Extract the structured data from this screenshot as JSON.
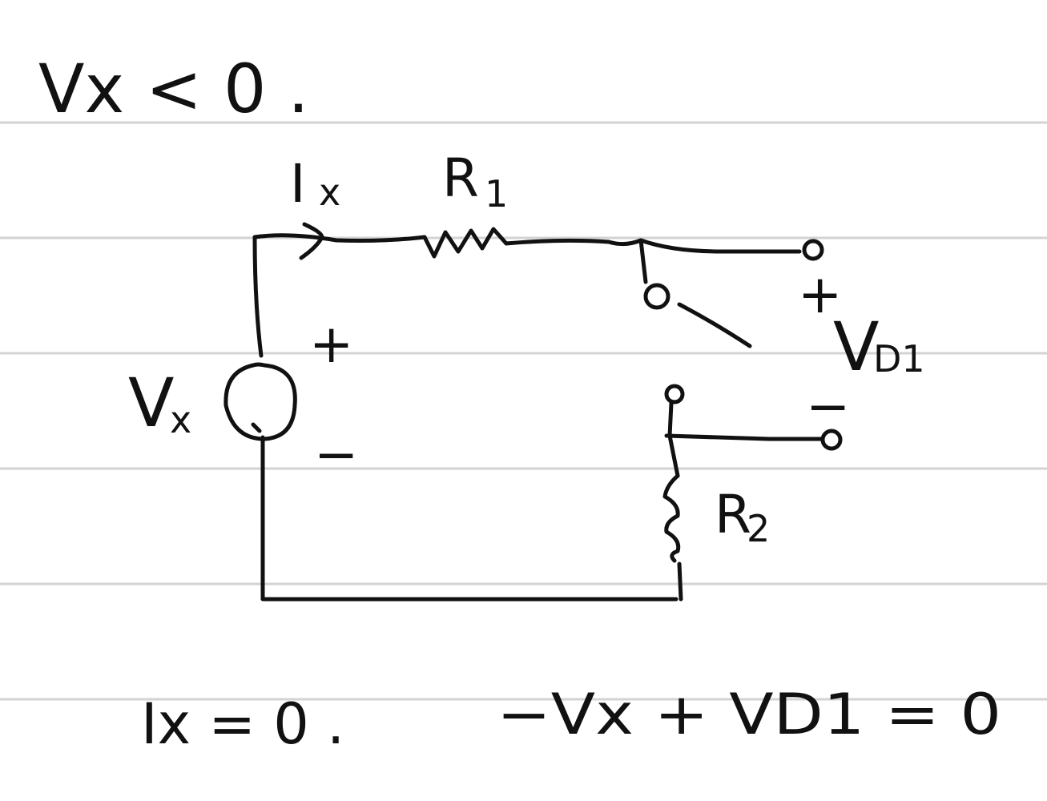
{
  "notes": {
    "condition": "Vx < 0 .",
    "current_result": "Ix = 0 .",
    "kvl_equation": "−Vx + VD1 = 0"
  },
  "labels": {
    "current": {
      "main": "I",
      "sub": "x"
    },
    "r1": {
      "main": "R",
      "sub": "1"
    },
    "r2": {
      "main": "R",
      "sub": "2"
    },
    "source": {
      "main": "V",
      "sub": "x"
    },
    "source_plus": "+",
    "source_minus": "−",
    "vd1": {
      "main": "V",
      "sub": "D1"
    },
    "vd1_plus": "+",
    "vd1_minus": "−"
  },
  "colors": {
    "ink": "#111111",
    "ruled_line": "#d3d3d3",
    "paper": "#ffffff"
  }
}
